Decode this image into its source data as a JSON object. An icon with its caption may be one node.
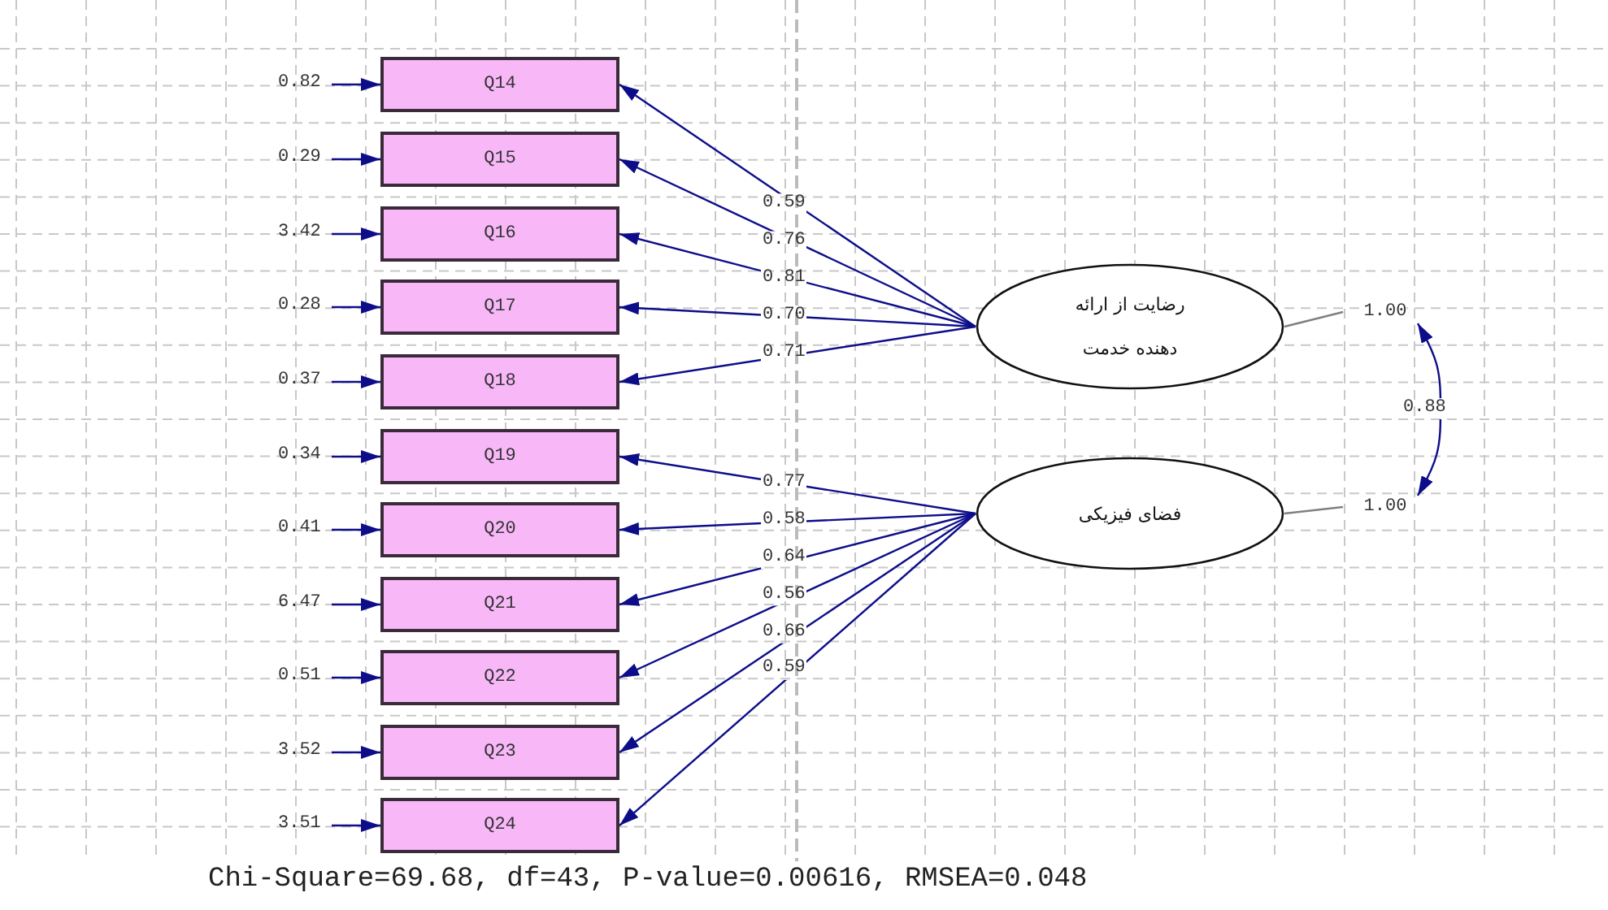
{
  "diagram": {
    "caption": "Chi-Square=69.68, df=43, P-value=0.00616, RMSEA=0.048",
    "nodes": [
      {
        "text": [
          "Q14"
        ]
      },
      {
        "text": [
          "Q15"
        ]
      },
      {
        "text": [
          "Q16"
        ]
      },
      {
        "text": [
          "Q17"
        ]
      },
      {
        "text": [
          "Q18"
        ]
      },
      {
        "text": [
          "Q19"
        ]
      },
      {
        "text": [
          "Q20"
        ]
      },
      {
        "text": [
          "Q21"
        ]
      },
      {
        "text": [
          "Q22"
        ]
      },
      {
        "text": [
          "Q23"
        ]
      },
      {
        "text": [
          "Q24"
        ]
      },
      {
        "text": [
          "رضایت از ارائه",
          "دهنده خدمت"
        ]
      },
      {
        "text": [
          "فضای فیزیکی"
        ]
      },
      {
        "text": [
          "1.00"
        ]
      },
      {
        "text": [
          "1.00"
        ]
      }
    ],
    "edges": [
      {
        "from": null,
        "to": 0,
        "arrow": "to",
        "label": "0.82"
      },
      {
        "from": null,
        "to": 1,
        "arrow": "to",
        "label": "0.29"
      },
      {
        "from": null,
        "to": 2,
        "arrow": "to",
        "label": "3.42"
      },
      {
        "from": null,
        "to": 3,
        "arrow": "to",
        "label": "0.28"
      },
      {
        "from": null,
        "to": 4,
        "arrow": "to",
        "label": "0.37"
      },
      {
        "from": null,
        "to": 5,
        "arrow": "to",
        "label": "0.34"
      },
      {
        "from": null,
        "to": 6,
        "arrow": "to",
        "label": "0.41"
      },
      {
        "from": null,
        "to": 7,
        "arrow": "to",
        "label": "6.47"
      },
      {
        "from": null,
        "to": 8,
        "arrow": "to",
        "label": "0.51"
      },
      {
        "from": null,
        "to": 9,
        "arrow": "to",
        "label": "3.52"
      },
      {
        "from": null,
        "to": 10,
        "arrow": "to",
        "label": "3.51"
      },
      {
        "from": 11,
        "to": 0,
        "arrow": "to",
        "label": "0.59"
      },
      {
        "from": 11,
        "to": 1,
        "arrow": "to",
        "label": "0.76"
      },
      {
        "from": 11,
        "to": 2,
        "arrow": "to",
        "label": "0.81"
      },
      {
        "from": 11,
        "to": 3,
        "arrow": "to",
        "label": "0.70"
      },
      {
        "from": 11,
        "to": 4,
        "arrow": "to",
        "label": "0.71"
      },
      {
        "from": 12,
        "to": 5,
        "arrow": "to",
        "label": "0.77"
      },
      {
        "from": 12,
        "to": 6,
        "arrow": "to",
        "label": "0.58"
      },
      {
        "from": 12,
        "to": 7,
        "arrow": "to",
        "label": "0.64"
      },
      {
        "from": 12,
        "to": 8,
        "arrow": "to",
        "label": "0.56"
      },
      {
        "from": 12,
        "to": 9,
        "arrow": "to",
        "label": "0.66"
      },
      {
        "from": 12,
        "to": 10,
        "arrow": "to",
        "label": "0.59"
      },
      {
        "from": 11,
        "to": 13,
        "arrow": "none",
        "color": "#808080"
      },
      {
        "from": 12,
        "to": 14,
        "arrow": "none",
        "color": "#808080"
      },
      {
        "from": 13,
        "to": 14,
        "arrow": "both",
        "label": "0.88"
      }
    ]
  }
}
